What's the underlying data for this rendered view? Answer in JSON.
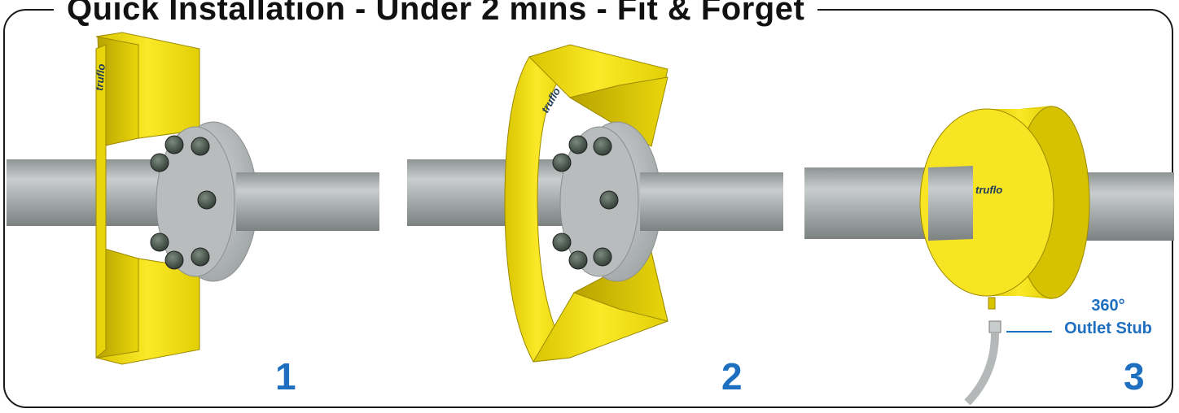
{
  "headline": "Quick Installation - Under 2 mins - Fit & Forget",
  "brand_mark": "truflo",
  "steps": [
    {
      "number": "1"
    },
    {
      "number": "2"
    },
    {
      "number": "3"
    }
  ],
  "callout": {
    "line1": "360°",
    "line2": "Outlet Stub"
  },
  "colors": {
    "accent_blue": "#1f6fc1",
    "guard_yellow": "#f5e31a",
    "pipe_grey": "#a9aeae",
    "flange_grey": "#bcc0c0",
    "frame": "#1a1a1a"
  }
}
